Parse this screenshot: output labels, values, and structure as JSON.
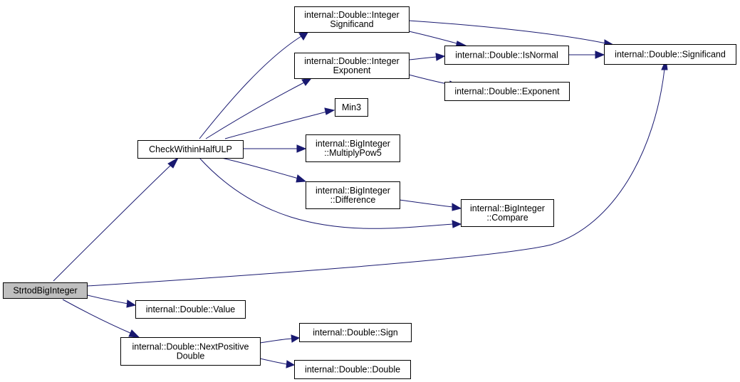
{
  "nodes": {
    "strtod": {
      "lines": [
        "StrtodBigInteger"
      ]
    },
    "check": {
      "lines": [
        "CheckWithinHalfULP"
      ]
    },
    "intsig": {
      "lines": [
        "internal::Double::Integer",
        "Significand"
      ]
    },
    "intexp": {
      "lines": [
        "internal::Double::Integer",
        "Exponent"
      ]
    },
    "min3": {
      "lines": [
        "Min3"
      ]
    },
    "mulpow5": {
      "lines": [
        "internal::BigInteger",
        "::MultiplyPow5"
      ]
    },
    "diff": {
      "lines": [
        "internal::BigInteger",
        "::Difference"
      ]
    },
    "isnormal": {
      "lines": [
        "internal::Double::IsNormal"
      ]
    },
    "exponent": {
      "lines": [
        "internal::Double::Exponent"
      ]
    },
    "significand": {
      "lines": [
        "internal::Double::Significand"
      ]
    },
    "compare": {
      "lines": [
        "internal::BigInteger",
        "::Compare"
      ]
    },
    "value": {
      "lines": [
        "internal::Double::Value"
      ]
    },
    "nextpos": {
      "lines": [
        "internal::Double::NextPositive",
        "Double"
      ]
    },
    "sign": {
      "lines": [
        "internal::Double::Sign"
      ]
    },
    "double": {
      "lines": [
        "internal::Double::Double"
      ]
    }
  },
  "edges": [
    {
      "from": "strtod",
      "to": "check"
    },
    {
      "from": "strtod",
      "to": "significand"
    },
    {
      "from": "strtod",
      "to": "value"
    },
    {
      "from": "strtod",
      "to": "nextpos"
    },
    {
      "from": "check",
      "to": "intsig"
    },
    {
      "from": "check",
      "to": "intexp"
    },
    {
      "from": "check",
      "to": "min3"
    },
    {
      "from": "check",
      "to": "mulpow5"
    },
    {
      "from": "check",
      "to": "diff"
    },
    {
      "from": "check",
      "to": "compare"
    },
    {
      "from": "intsig",
      "to": "isnormal"
    },
    {
      "from": "intsig",
      "to": "significand"
    },
    {
      "from": "intexp",
      "to": "isnormal"
    },
    {
      "from": "intexp",
      "to": "exponent"
    },
    {
      "from": "isnormal",
      "to": "significand"
    },
    {
      "from": "diff",
      "to": "compare"
    },
    {
      "from": "nextpos",
      "to": "sign"
    },
    {
      "from": "nextpos",
      "to": "double"
    }
  ],
  "colors": {
    "edge": "#191970",
    "node_border": "#000000",
    "root_fill": "#bfbfbf",
    "node_fill": "#ffffff"
  }
}
